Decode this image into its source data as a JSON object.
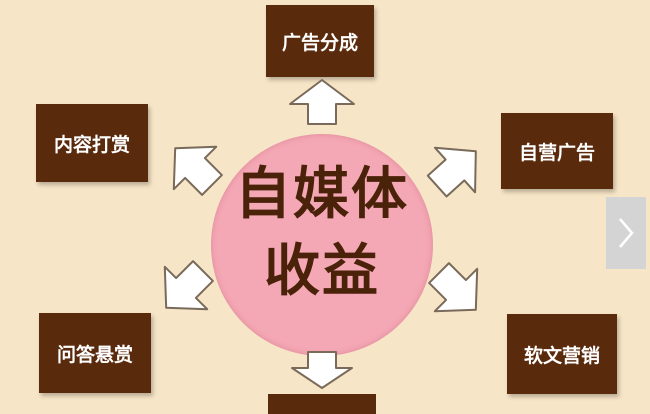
{
  "diagram": {
    "center_line1": "自媒体",
    "center_line2": "收益",
    "nodes": {
      "top": "广告分成",
      "top_left": "内容打赏",
      "top_right": "自营广告",
      "bottom_left": "问答悬赏",
      "bottom_right": "软文营销"
    }
  },
  "colors": {
    "background": "#f7e5c7",
    "box": "#5a2a0c",
    "box_text": "#ffffff",
    "circle": "#f4a7b4",
    "center_text": "#4a2209"
  },
  "nav": {
    "next_icon": "chevron-right-icon"
  }
}
